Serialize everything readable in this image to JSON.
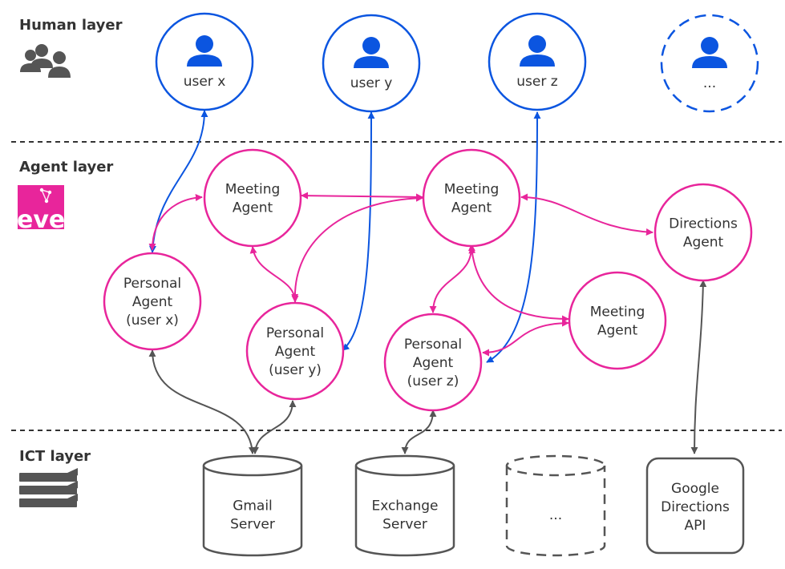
{
  "colors": {
    "human": "#0b55e0",
    "agent": "#e8259b",
    "ict": "#555555",
    "divider": "#333333"
  },
  "layers": {
    "human": {
      "title": "Human layer",
      "icon": "users-icon"
    },
    "agent": {
      "title": "Agent layer",
      "icon": "eve-logo",
      "logo_text": "eve"
    },
    "ict": {
      "title": "ICT layer",
      "icon": "server-stack-icon"
    }
  },
  "users": [
    {
      "id": "user-x",
      "label": "user x"
    },
    {
      "id": "user-y",
      "label": "user y"
    },
    {
      "id": "user-z",
      "label": "user z"
    },
    {
      "id": "user-more",
      "label": "..."
    }
  ],
  "agents": [
    {
      "id": "meeting-agent-1",
      "lines": [
        "Meeting",
        "Agent"
      ]
    },
    {
      "id": "meeting-agent-2",
      "lines": [
        "Meeting",
        "Agent"
      ]
    },
    {
      "id": "meeting-agent-3",
      "lines": [
        "Meeting",
        "Agent"
      ]
    },
    {
      "id": "directions-agent",
      "lines": [
        "Directions",
        "Agent"
      ]
    },
    {
      "id": "personal-agent-x",
      "lines": [
        "Personal",
        "Agent",
        "(user x)"
      ]
    },
    {
      "id": "personal-agent-y",
      "lines": [
        "Personal",
        "Agent",
        "(user y)"
      ]
    },
    {
      "id": "personal-agent-z",
      "lines": [
        "Personal",
        "Agent",
        "(user z)"
      ]
    }
  ],
  "ict": [
    {
      "id": "gmail-server",
      "lines": [
        "Gmail",
        "Server"
      ]
    },
    {
      "id": "exchange-server",
      "lines": [
        "Exchange",
        "Server"
      ]
    },
    {
      "id": "more-servers",
      "lines": [
        "..."
      ]
    },
    {
      "id": "google-directions-api",
      "lines": [
        "Google",
        "Directions",
        "API"
      ]
    }
  ]
}
